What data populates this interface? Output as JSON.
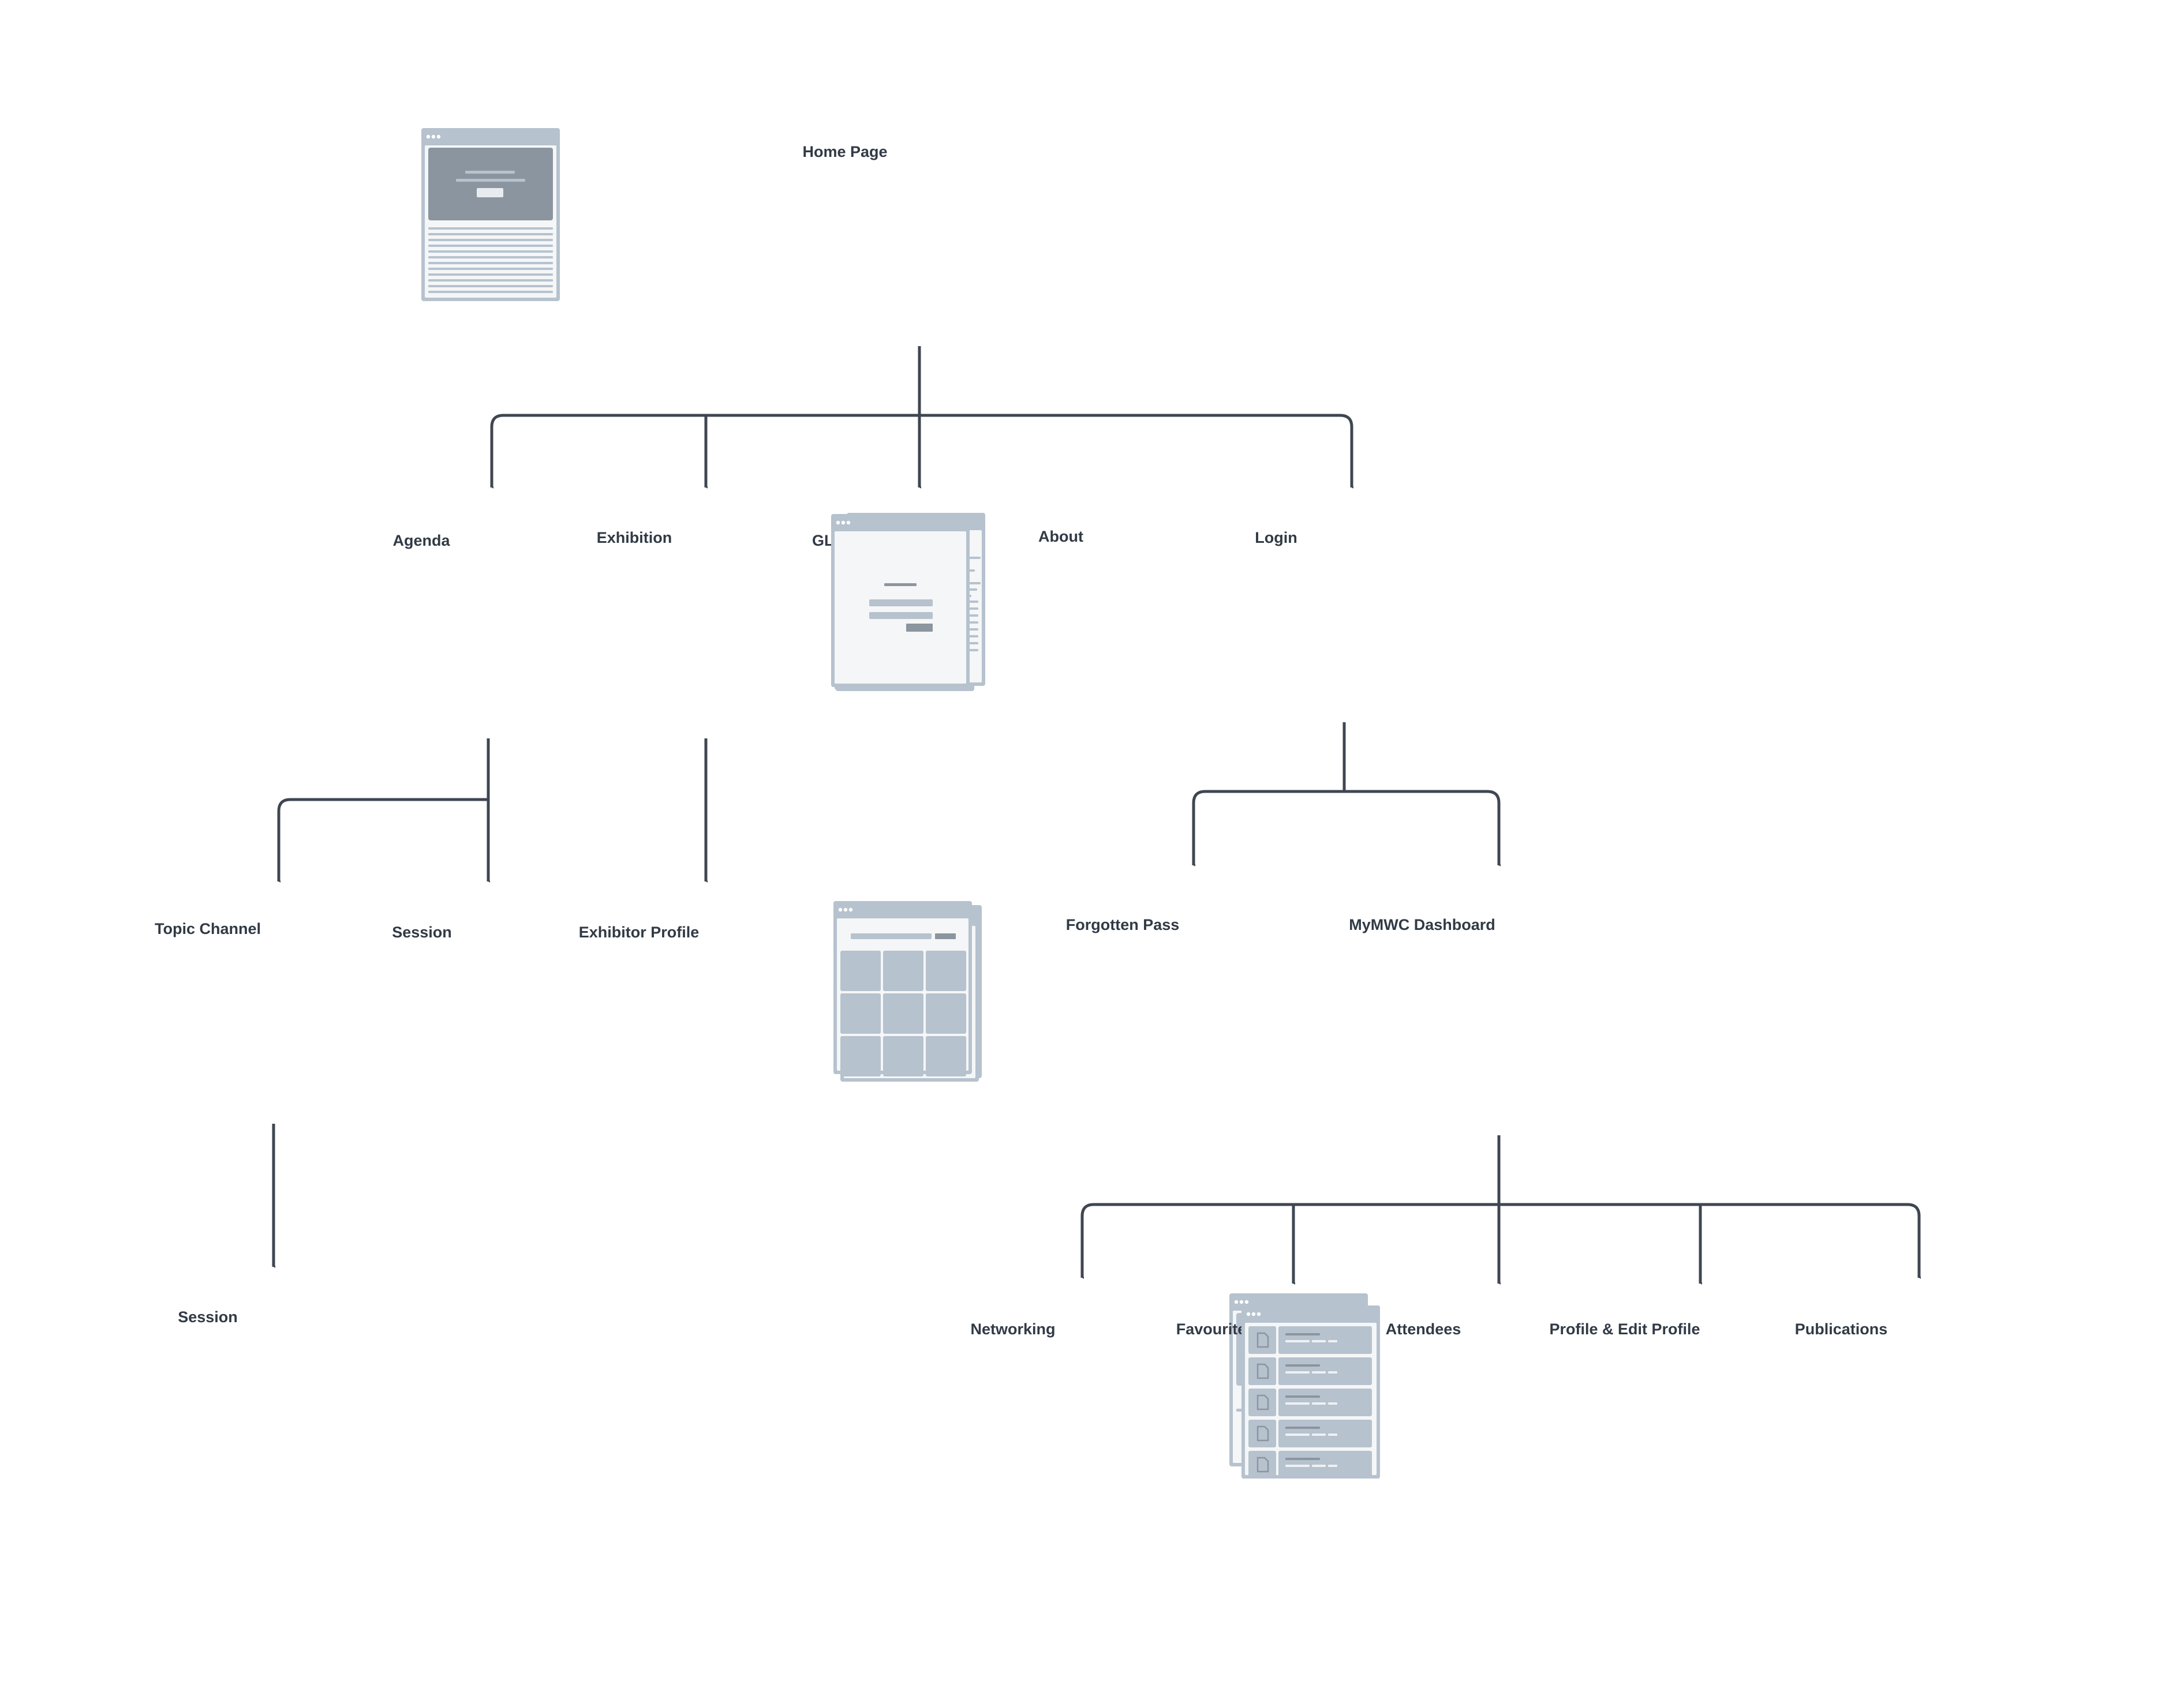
{
  "colors": {
    "connector": "#3f4651",
    "frame": "#b6c2ce",
    "screen": "#f5f6f7",
    "block_dark": "#8b959f",
    "block_light": "#b6c2ce",
    "line": "#b6c2ce",
    "title": "#313a45"
  },
  "nodes": {
    "home": {
      "label": "Home Page",
      "icon": "hero-page-wireframe-icon"
    },
    "agenda": {
      "label": "Agenda",
      "icon": "card-grid-wireframe-icon"
    },
    "exhibition": {
      "label": "Exhibition",
      "icon": "table-grid-wireframe-icon"
    },
    "glomos": {
      "label": "GLOMOS",
      "icon": "award-cards-wireframe-icon"
    },
    "about": {
      "label": "About",
      "icon": "article-wireframe-icon"
    },
    "login": {
      "label": "Login",
      "icon": "form-wireframe-icon"
    },
    "topic_channel": {
      "label": "Topic Channel",
      "icon": "card-grid-wireframe-icon"
    },
    "session_a": {
      "label": "Session",
      "icon": "video-wireframe-icon"
    },
    "exhibitor_profile": {
      "label": "Exhibitor Profile",
      "icon": "video-wireframe-icon"
    },
    "forgotten_pass": {
      "label": "Forgotten Pass",
      "icon": "form-wireframe-icon"
    },
    "dashboard": {
      "label": "MyMWC Dashboard",
      "icon": "tile-grid-wireframe-icon"
    },
    "session_b": {
      "label": "Session",
      "icon": "video-wireframe-icon"
    },
    "networking": {
      "label": "Networking",
      "icon": "chat-wireframe-icon"
    },
    "favourites": {
      "label": "Favourites",
      "icon": "people-list-wireframe-icon"
    },
    "attendees": {
      "label": "Attendees",
      "icon": "avatar-grid-wireframe-icon"
    },
    "profile": {
      "label": "Profile & Edit Profile",
      "icon": "profile-wireframe-icon"
    },
    "publications": {
      "label": "Publications",
      "icon": "document-list-wireframe-icon"
    }
  },
  "edges": [
    [
      "home",
      "agenda"
    ],
    [
      "home",
      "exhibition"
    ],
    [
      "home",
      "glomos"
    ],
    [
      "home",
      "login"
    ],
    [
      "agenda",
      "topic_channel"
    ],
    [
      "agenda",
      "session_a"
    ],
    [
      "exhibition",
      "exhibitor_profile"
    ],
    [
      "login",
      "forgotten_pass"
    ],
    [
      "login",
      "dashboard"
    ],
    [
      "topic_channel",
      "session_b"
    ],
    [
      "dashboard",
      "networking"
    ],
    [
      "dashboard",
      "favourites"
    ],
    [
      "dashboard",
      "attendees"
    ],
    [
      "dashboard",
      "profile"
    ],
    [
      "dashboard",
      "publications"
    ]
  ]
}
